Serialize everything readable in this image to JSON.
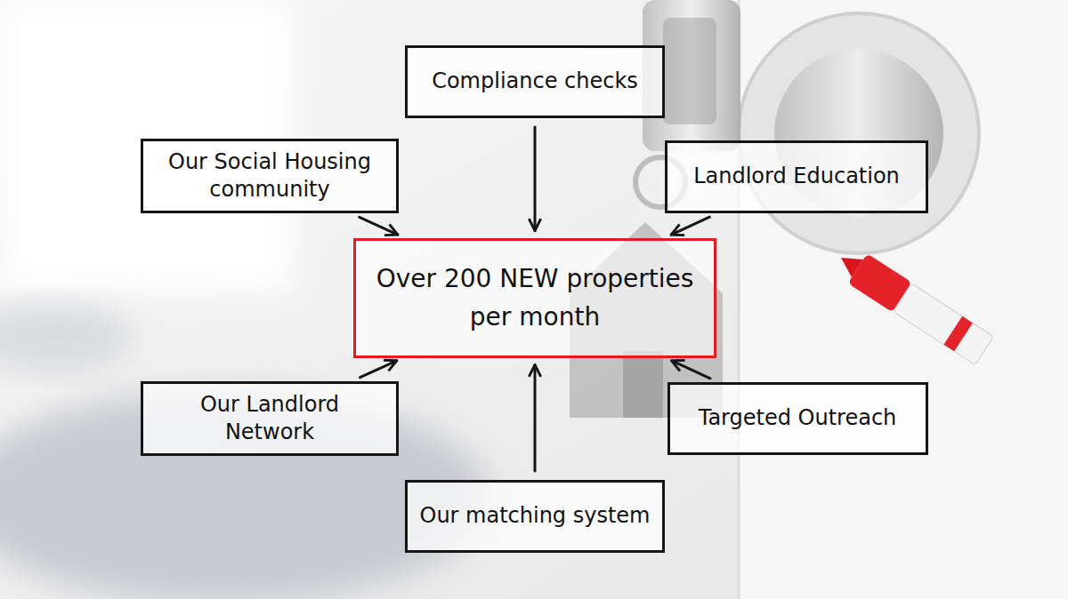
{
  "diagram": {
    "nodes": [
      {
        "text": [
          "Compliance checks"
        ]
      },
      {
        "text": [
          "Our Social Housing community"
        ]
      },
      {
        "text": [
          "Landlord Education"
        ]
      },
      {
        "text": [
          "Over 200 NEW properties per month"
        ]
      },
      {
        "text": [
          "Our Landlord Network"
        ]
      },
      {
        "text": [
          "Targeted Outreach"
        ]
      },
      {
        "text": [
          "Our matching system"
        ]
      }
    ],
    "edges": [
      {
        "from": 0,
        "to": 3,
        "arrow": "to"
      },
      {
        "from": 1,
        "to": 3,
        "arrow": "to"
      },
      {
        "from": 2,
        "to": 3,
        "arrow": "to"
      },
      {
        "from": 4,
        "to": 3,
        "arrow": "to"
      },
      {
        "from": 5,
        "to": 3,
        "arrow": "to"
      },
      {
        "from": 6,
        "to": 3,
        "arrow": "to"
      }
    ]
  }
}
